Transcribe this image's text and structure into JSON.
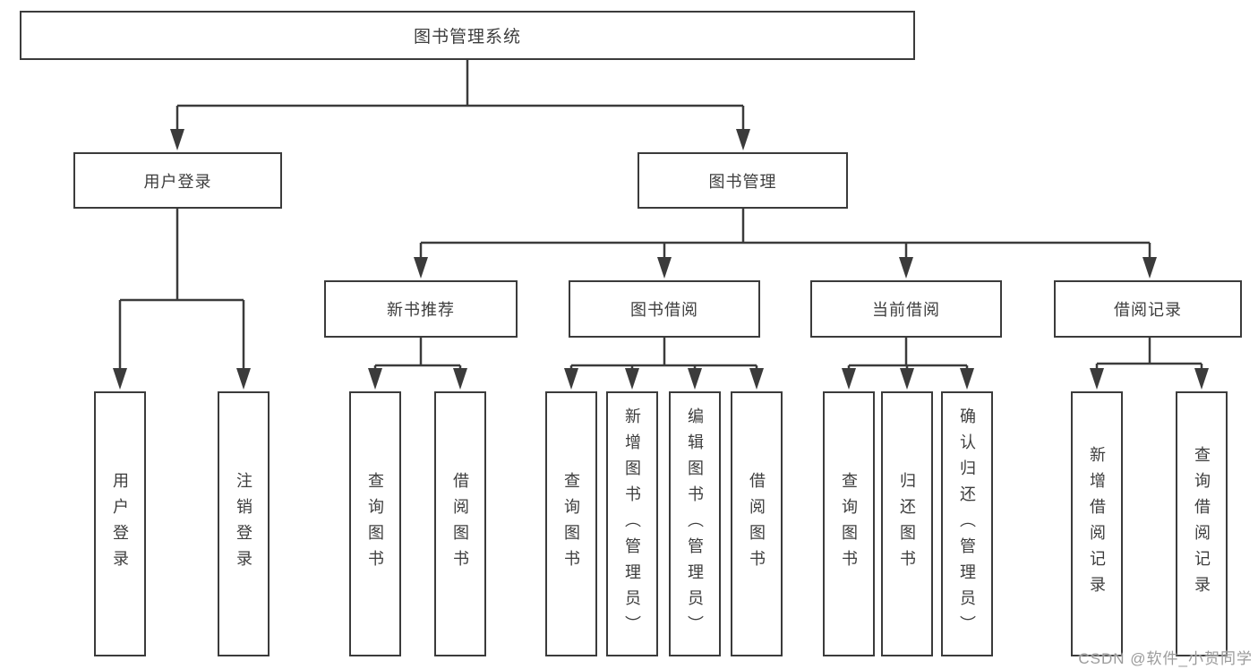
{
  "diagram": {
    "root": {
      "label": "图书管理系统"
    },
    "level2": [
      {
        "label": "用户登录"
      },
      {
        "label": "图书管理"
      }
    ],
    "level3": [
      {
        "label": "新书推荐"
      },
      {
        "label": "图书借阅"
      },
      {
        "label": "当前借阅"
      },
      {
        "label": "借阅记录"
      }
    ],
    "leaves": {
      "user_login": [
        "用户登录",
        "注销登录"
      ],
      "new_book_recommend": [
        "查询图书",
        "借阅图书"
      ],
      "book_borrow": [
        "查询图书",
        "新增图书（管理员）",
        "编辑图书（管理员）",
        "借阅图书"
      ],
      "current_borrow": [
        "查询图书",
        "归还图书",
        "确认归还（管理员）"
      ],
      "borrow_record": [
        "新增借阅记录",
        "查询借阅记录"
      ]
    }
  },
  "watermark": {
    "text": "CSDN @软件_小贺同学"
  },
  "colors": {
    "line": "#3b3b3b",
    "box_border": "#3b3b3b",
    "text": "#3d3d3d",
    "watermark": "#9b9b9b",
    "background": "#ffffff"
  }
}
